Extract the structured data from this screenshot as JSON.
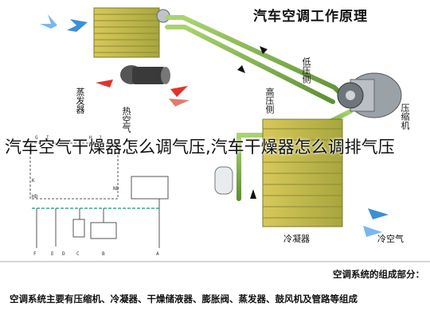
{
  "diagram": {
    "title": "汽车空调工作原理",
    "labels": {
      "low_pressure": "低压侧",
      "high_pressure": "高压侧",
      "compressor": "压缩机",
      "evaporator": "蒸发器",
      "hot_air": "热空气",
      "condenser": "冷凝器",
      "cold_air": "冷空气"
    },
    "overlay_caption": "汽车空气干燥器怎么调气压,汽车干燥器怎么调排气压",
    "footer": {
      "heading": "空调系统的组成部分：",
      "body": "空调系统主要有压缩机、冷凝器、干燥储液器、膨胀阀、蒸发器、鼓风机及管路等组成"
    },
    "schematic_labels": [
      "G",
      "I",
      "H",
      "J",
      "K",
      "HD",
      "ND",
      "F",
      "E",
      "D",
      "C",
      "B",
      "A"
    ],
    "colors": {
      "pipe_green": "#7bb04a",
      "arrow_blue": "#3d8ed9",
      "arrow_red": "#e0342b"
    }
  }
}
